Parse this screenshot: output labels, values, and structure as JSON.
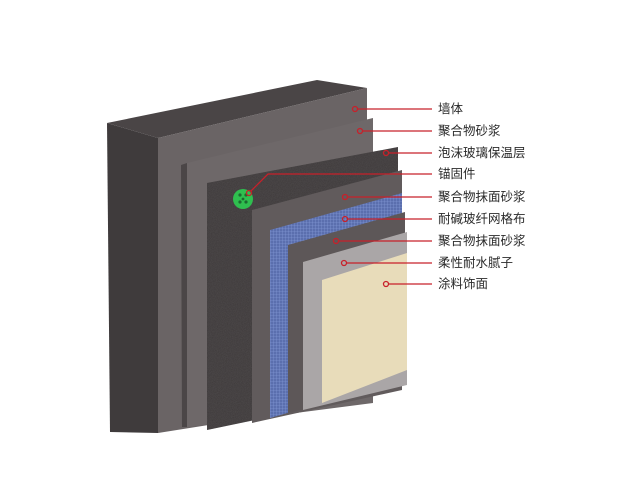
{
  "labels": [
    {
      "text": "墙体",
      "key": "wall"
    },
    {
      "text": "聚合物砂浆",
      "key": "polymer-mortar"
    },
    {
      "text": "泡沫玻璃保温层",
      "key": "foam-glass-insulation"
    },
    {
      "text": "锚固件",
      "key": "anchor"
    },
    {
      "text": "聚合物抹面砂浆",
      "key": "polymer-plaster-mortar-1"
    },
    {
      "text": "耐碱玻纤网格布",
      "key": "alkali-resistant-mesh"
    },
    {
      "text": "聚合物抹面砂浆",
      "key": "polymer-plaster-mortar-2"
    },
    {
      "text": "柔性耐水腻子",
      "key": "flexible-putty"
    },
    {
      "text": "涂料饰面",
      "key": "paint-finish"
    }
  ],
  "colors": {
    "leader_line": "#c8202a",
    "wall": "#5e5859",
    "foam": "#3a3637",
    "mesh": "#5a6fb0",
    "putty": "#a9a5a6",
    "coating": "#e6dab8",
    "anchor": "#2fbf4f"
  }
}
